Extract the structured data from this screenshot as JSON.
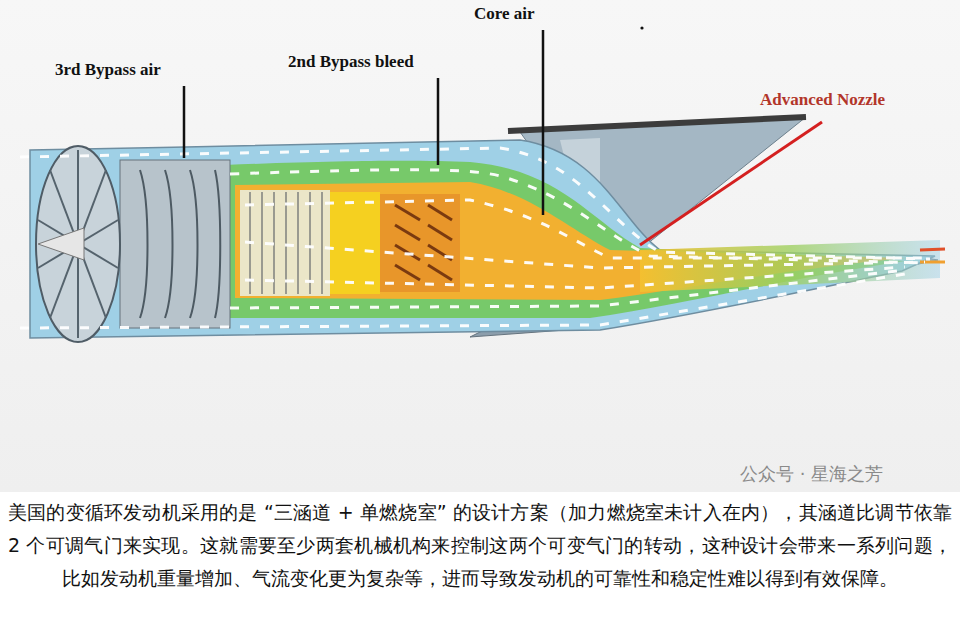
{
  "diagram": {
    "caption": "美国的变循环发动机采用的是 “三涵道 + 单燃烧室” 的设计方案（加力燃烧室未计入在内），其涵道比调节依靠 2 个可调气门来实现。这就需要至少两套机械机构来控制这两个可变气门的转动，这种设计会带来一系列问题，比如发动机重量增加、气流变化更为复杂等，进而导致发动机的可靠性和稳定性难以得到有效保障。",
    "labels": [
      "3rd Bypass air",
      "2nd Bypass bleed",
      "Core air",
      "Advanced Nozzle",
      "公众号 · 星海之芳"
    ]
  }
}
